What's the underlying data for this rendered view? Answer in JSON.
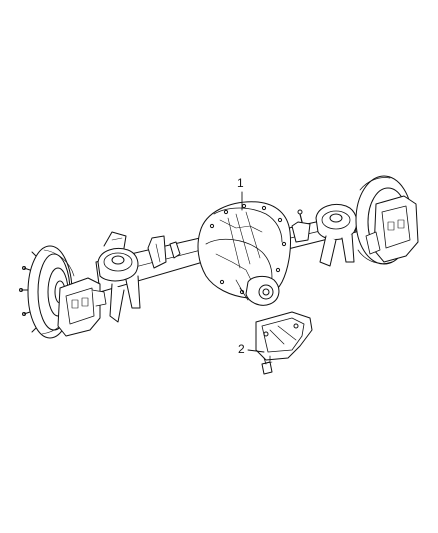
{
  "callouts": [
    {
      "id": "1",
      "label": "1"
    },
    {
      "id": "2",
      "label": "2"
    }
  ],
  "colors": {
    "ink": "#111111",
    "paper": "#ffffff",
    "shade": "#e9e9e9"
  }
}
